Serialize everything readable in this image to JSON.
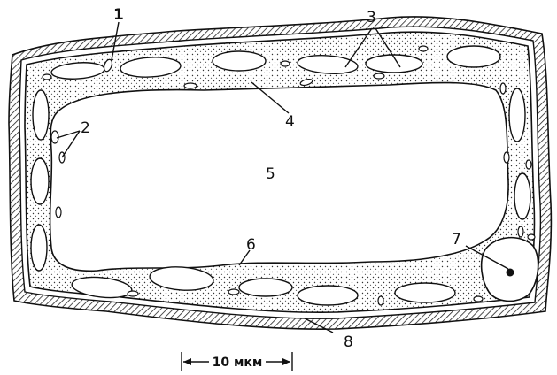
{
  "labels": {
    "l1": "1",
    "l2": "2",
    "l3": "3",
    "l4": "4",
    "l5": "5",
    "l6": "6",
    "l7": "7",
    "l8": "8"
  },
  "scale_bar": {
    "text": "10 мкм"
  }
}
